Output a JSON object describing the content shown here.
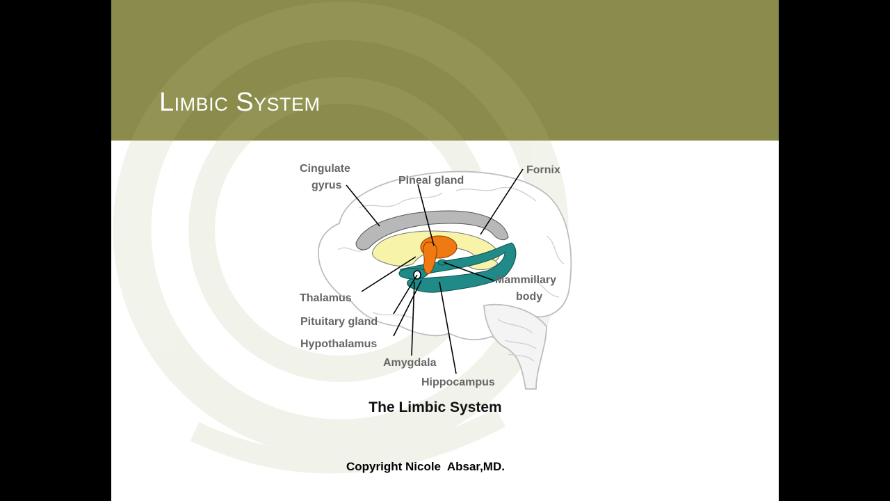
{
  "slide": {
    "title": "Limbic System",
    "copyright": "Copyright Nicole  Absar,MD."
  },
  "diagram": {
    "caption": "The Limbic System",
    "labels": {
      "cingulate_gyrus_line1": "Cingulate",
      "cingulate_gyrus_line2": "gyrus",
      "pineal_gland": "Pineal gland",
      "fornix": "Fornix",
      "mammillary_body_line1": "Mammillary",
      "mammillary_body_line2": "body",
      "thalamus": "Thalamus",
      "pituitary_gland": "Pituitary gland",
      "hypothalamus": "Hypothalamus",
      "amygdala": "Amygdala",
      "hippocampus": "Hippocampus"
    }
  },
  "colors": {
    "header": "#8b8b4b",
    "cingulate": "#b8b8b8",
    "thalamus": "#f7f3a8",
    "pineal": "#f07a12",
    "hippocampus": "#1f8a87",
    "brain_outline": "#bdbdbd"
  },
  "icons": [
    "mouse-cursor-icon"
  ]
}
